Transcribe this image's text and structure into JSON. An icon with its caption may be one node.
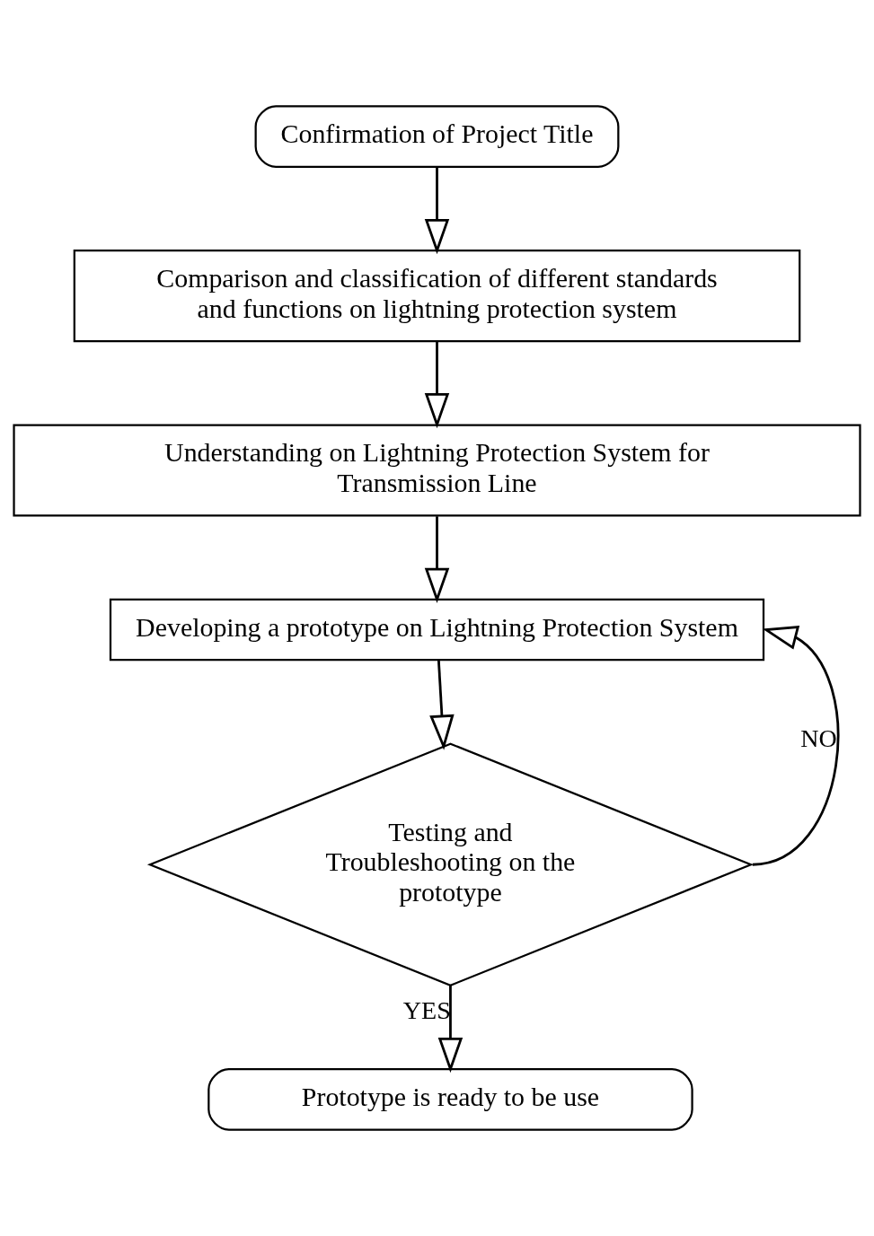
{
  "diagram": {
    "nodes": [
      {
        "text": [
          "Confirmation of Project Title"
        ]
      },
      {
        "text": [
          "Comparison and classification of different standards and functions on lightning protection system"
        ]
      },
      {
        "text": [
          "Understanding on Lightning Protection System for Transmission Line"
        ]
      },
      {
        "text": [
          "Developing a prototype on Lightning Protection System"
        ]
      },
      {
        "text": [
          "Testing and Troubleshooting on the prototype"
        ]
      },
      {
        "text": [
          "Prototype is ready to be use"
        ]
      }
    ],
    "edges": [
      {
        "from": 0,
        "to": 1,
        "arrow": "to"
      },
      {
        "from": 1,
        "to": 2,
        "arrow": "to"
      },
      {
        "from": 2,
        "to": 3,
        "arrow": "to"
      },
      {
        "from": 3,
        "to": 4,
        "arrow": "to"
      },
      {
        "from": 4,
        "to": 3,
        "arrow": "to",
        "label": "NO"
      },
      {
        "from": 4,
        "to": 5,
        "arrow": "to",
        "label": "YES"
      }
    ]
  }
}
